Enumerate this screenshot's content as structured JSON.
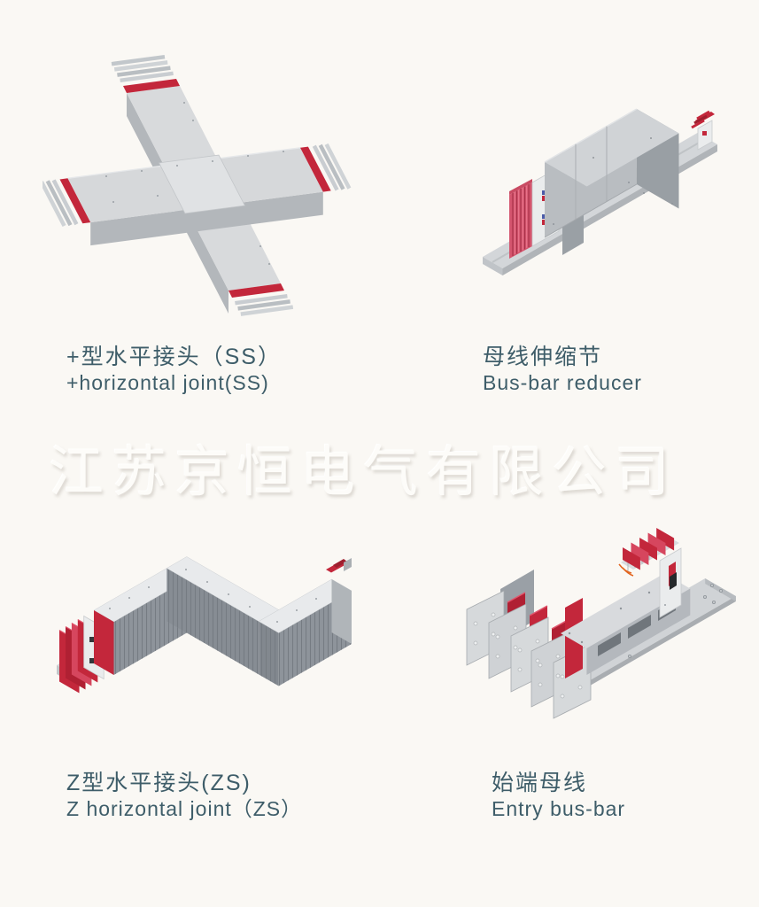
{
  "watermark": {
    "text": "江苏京恒电气有限公司"
  },
  "products": [
    {
      "id": "cross-joint",
      "zh": "+型水平接头（SS）",
      "en": "+horizontal joint(SS)"
    },
    {
      "id": "bus-bar-reducer",
      "zh": "母线伸缩节",
      "en": "Bus-bar reducer"
    },
    {
      "id": "z-joint",
      "zh": "Z型水平接头(ZS)",
      "en": "Z horizontal joint（ZS）"
    },
    {
      "id": "entry-bus-bar",
      "zh": "始端母线",
      "en": "Entry bus-bar"
    }
  ],
  "palette": {
    "background": "#faf8f4",
    "label_text": "#3e5d69",
    "watermark_text": "#fdfcf9",
    "accent_red": "#c3273b",
    "accent_red_dark": "#9e1f2e",
    "accent_pink": "#d6465e",
    "gray_light": "#d6d8da",
    "gray_mid": "#b7bbbf",
    "gray_dark": "#8e949b"
  }
}
